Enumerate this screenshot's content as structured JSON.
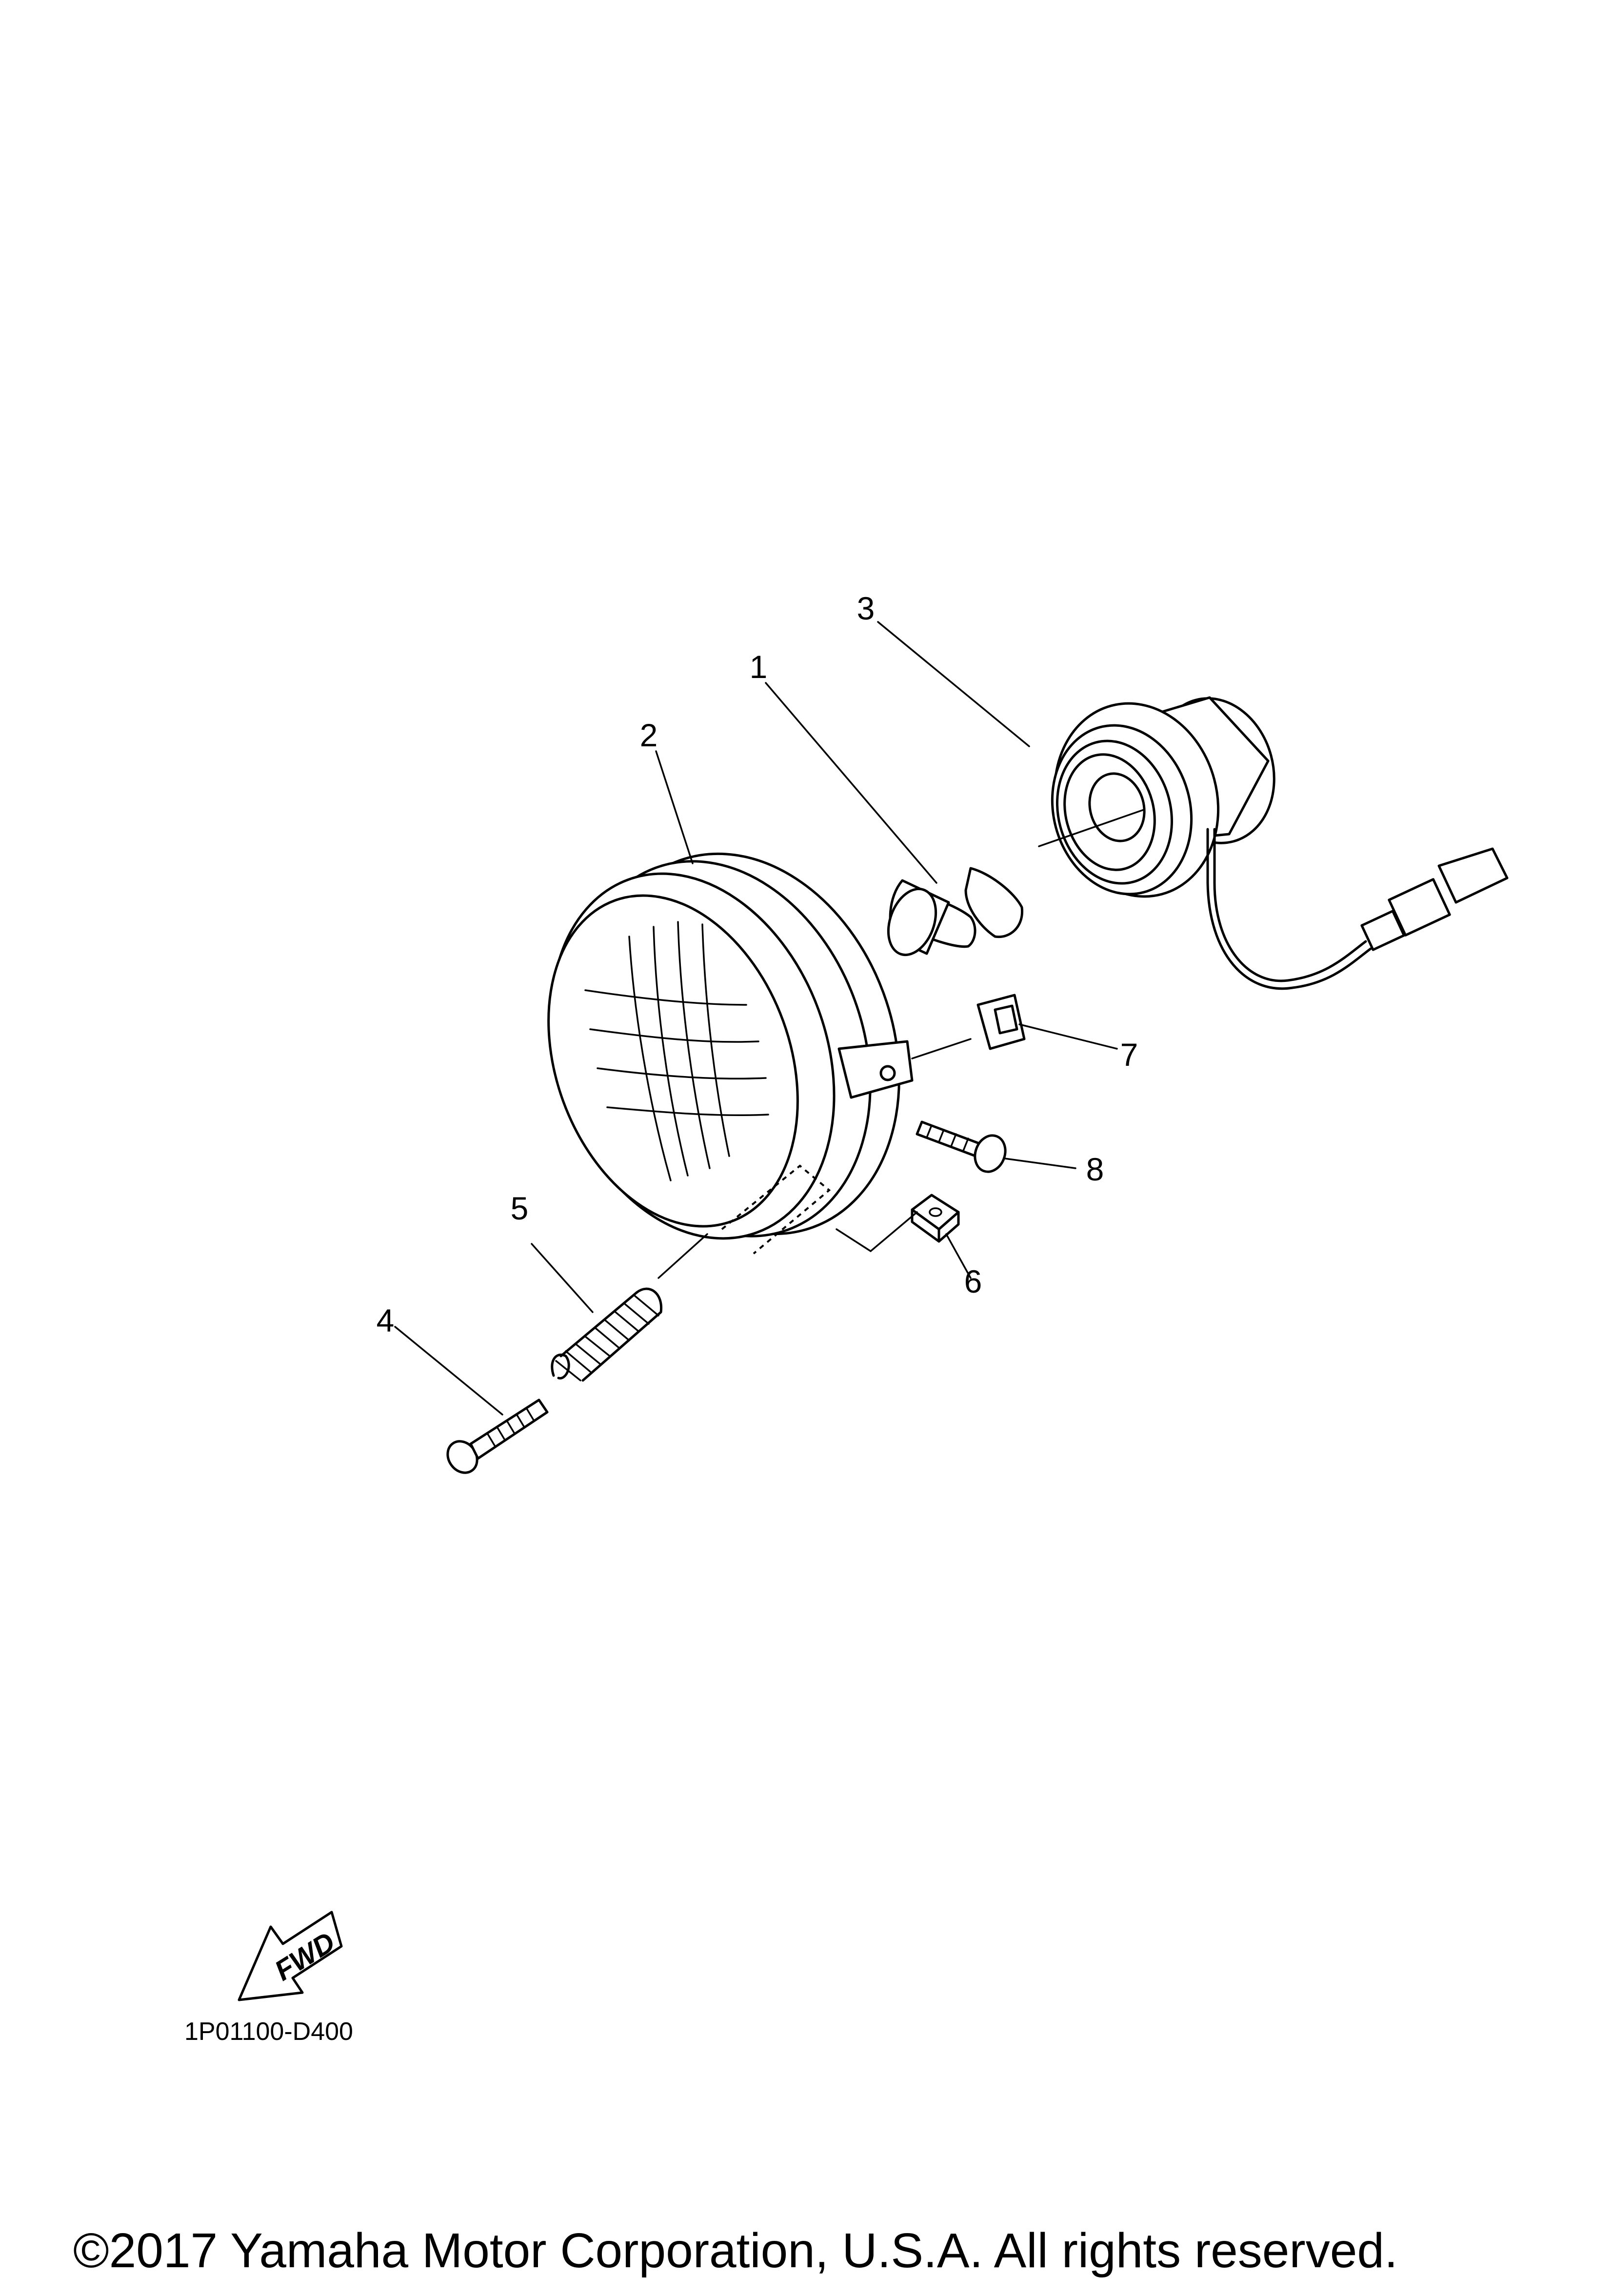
{
  "diagram": {
    "callouts": {
      "c1": "1",
      "c2": "2",
      "c3": "3",
      "c4": "4",
      "c5": "5",
      "c6": "6",
      "c7": "7",
      "c8": "8"
    },
    "fwd_label": "FWD",
    "part_code": "1P01100-D400"
  },
  "footer": {
    "copyright": "©2017 Yamaha Motor Corporation, U.S.A. All rights reserved."
  }
}
